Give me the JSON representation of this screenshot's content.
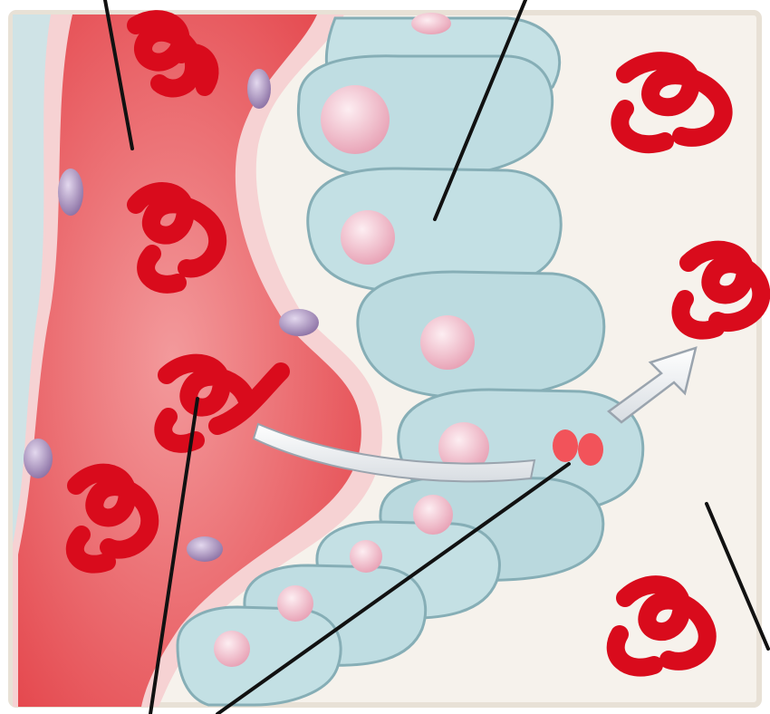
{
  "diagram": {
    "colors": {
      "background": "#f2ede6",
      "frame_fill": "#f6f2ec",
      "frame_stroke": "#e8e1d6",
      "vessel": "#e4454b",
      "vessel_light": "#f08f92",
      "vessel_wall": "#f6d2d3",
      "gland_cell": "#bfdde2",
      "gland_cell_dark": "#9cc6cd",
      "nucleus": "#f4c2cd",
      "nucleus_dark": "#d98aa0",
      "endothelial_nucleus": "#a58fb6",
      "hormone": "#d90b1c",
      "arrow_fill": "#f5f7fa",
      "arrow_stroke": "#9aa4ae",
      "leader_line": "#111111"
    },
    "components": [
      "blood-vessel",
      "red-blood-cell",
      "endocrine-cell",
      "hormone-molecule",
      "secretion-arrow",
      "interstitial-fluid"
    ],
    "label_texts": []
  }
}
